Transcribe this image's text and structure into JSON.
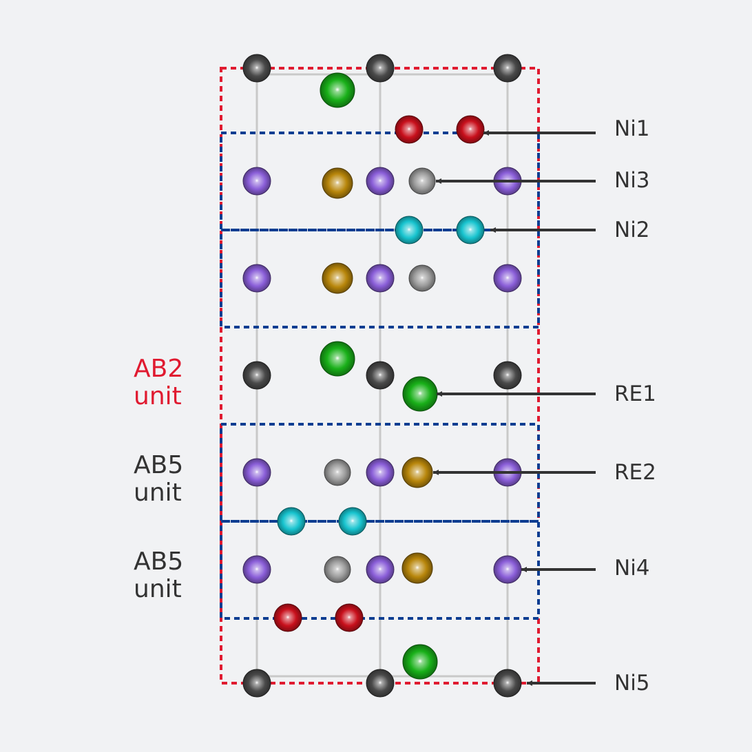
{
  "side_labels": {
    "ab2": "AB2\nunit",
    "ab5_upper": "AB5\nunit",
    "ab5_lower": "AB5\nunit"
  },
  "site_labels": {
    "ni1": "Ni1",
    "ni3": "Ni3",
    "ni2": "Ni2",
    "re1": "RE1",
    "re2": "RE2",
    "ni4": "Ni4",
    "ni5": "Ni5"
  },
  "colors": {
    "background": "#f1f2f4",
    "ab2_label": "#e01a30",
    "ab5_label": "#333333",
    "ab2_box": "#e01a30",
    "ab5_box": "#0a3d91",
    "cell_lines": "#c9c9c9",
    "arrow": "#333333",
    "atom_dark_gray": "#4a4a4a",
    "atom_light_gray": "#9c9c9c",
    "atom_green": "#19b019",
    "atom_red": "#c8101c",
    "atom_purple": "#8a5ed8",
    "atom_gold": "#b8860b",
    "atom_cyan": "#18c4cf"
  }
}
